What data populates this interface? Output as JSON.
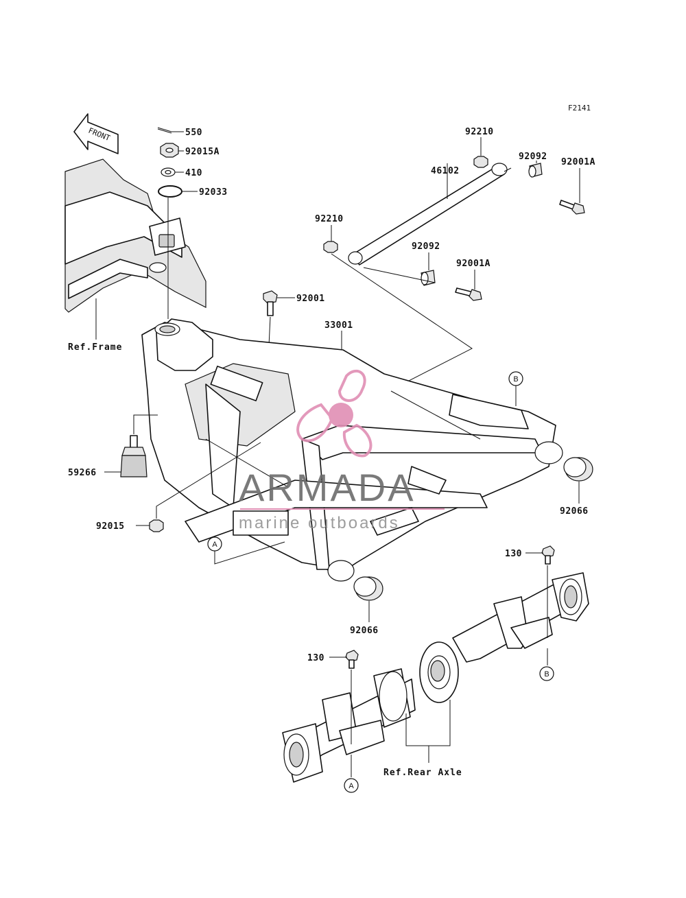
{
  "figure_code": "F2141",
  "front_arrow": "FRONT",
  "watermark": {
    "brand": "ARMADA",
    "tagline": "marine outboards",
    "accent_color": "#e08fb4"
  },
  "reference_labels": {
    "frame": "Ref.Frame",
    "rear_axle": "Ref.Rear Axle"
  },
  "callouts": {
    "a": "A",
    "b": "B"
  },
  "parts": {
    "p550": "550",
    "p92015A": "92015A",
    "p410": "410",
    "p92033": "92033",
    "p92210_top": "92210",
    "p46102": "46102",
    "p92092_top": "92092",
    "p92001A_top": "92001A",
    "p92210_left": "92210",
    "p92092_mid": "92092",
    "p92001A_mid": "92001A",
    "p92001": "92001",
    "p33001": "33001",
    "p59266": "59266",
    "p92015": "92015",
    "p92066_right": "92066",
    "p92066_bottom": "92066",
    "p130_right": "130",
    "p130_left": "130"
  }
}
